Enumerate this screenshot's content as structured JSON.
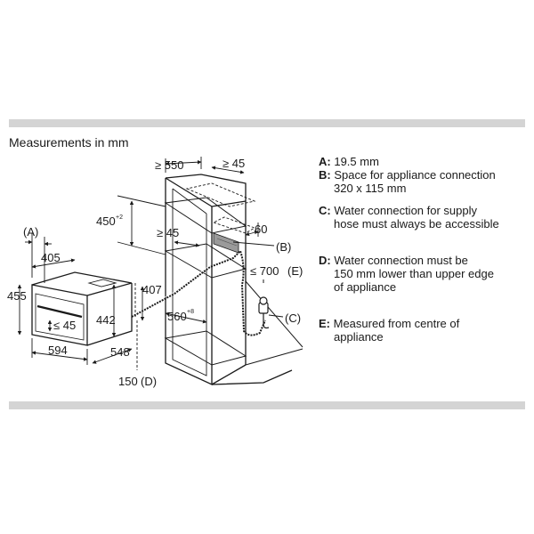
{
  "title": "Measurements in mm",
  "dimensions": {
    "width_niche": "≥ 550",
    "depth_top": "≥ 45",
    "height_upper": "450",
    "height_upper_sup": "+2",
    "gap_upper": "≥ 45",
    "rear_depth": "60",
    "connection_height": "≤ 700",
    "connection_label": "(E)",
    "label_b": "(B)",
    "label_c": "(C)",
    "label_a": "(A)",
    "label_d": "(D)",
    "width_appliance_top": "405",
    "height_front": "455",
    "height_niche": "442",
    "height_body": "407",
    "handle_clearance": "≤ 45",
    "width_appliance": "594",
    "depth_appliance": "548",
    "niche_depth": "560",
    "niche_depth_sup": "+8",
    "hose_offset": "150"
  },
  "legend": [
    {
      "key": "A:",
      "lines": [
        "19.5 mm"
      ]
    },
    {
      "key": "B:",
      "lines": [
        "Space for appliance connection",
        "320 x 115 mm"
      ]
    },
    {
      "key": "C:",
      "lines": [
        "Water connection for supply",
        "hose must always be accessible"
      ]
    },
    {
      "key": "D:",
      "lines": [
        "Water connection must be",
        "150 mm lower than upper edge",
        "of appliance"
      ]
    },
    {
      "key": "E:",
      "lines": [
        "Measured from centre of",
        "appliance"
      ]
    }
  ]
}
